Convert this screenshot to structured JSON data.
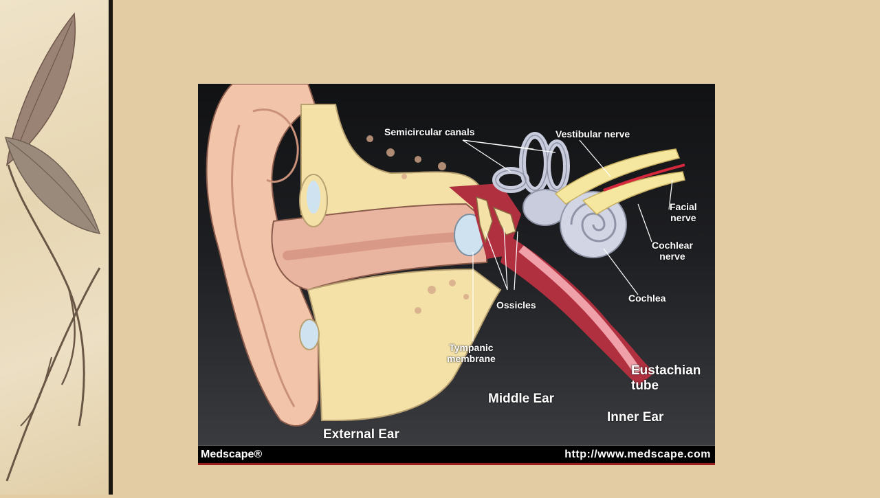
{
  "labels": {
    "semicircular_canals": "Semicircular canals",
    "vestibular_nerve": "Vestibular nerve",
    "facial_nerve": "Facial\nnerve",
    "cochlear_nerve": "Cochlear\nnerve",
    "cochlea": "Cochlea",
    "ossicles": "Ossicles",
    "tympanic_membrane": "Tympanic\nmembrane",
    "eustachian_tube": "Eustachian\ntube",
    "middle_ear": "Middle Ear",
    "inner_ear": "Inner Ear",
    "external_ear": "External Ear"
  },
  "footer": {
    "brand": "Medscape®",
    "url": "http://www.medscape.com"
  },
  "colors": {
    "slide_background": "#e3cca3",
    "figure_background": "#1e1f22",
    "skin": "#f2c4aa",
    "bone": "#f3e1a8",
    "inner_ear": "#c9ccdc",
    "nerve": "#f6e7a0",
    "middle_ear": "#b03040"
  }
}
